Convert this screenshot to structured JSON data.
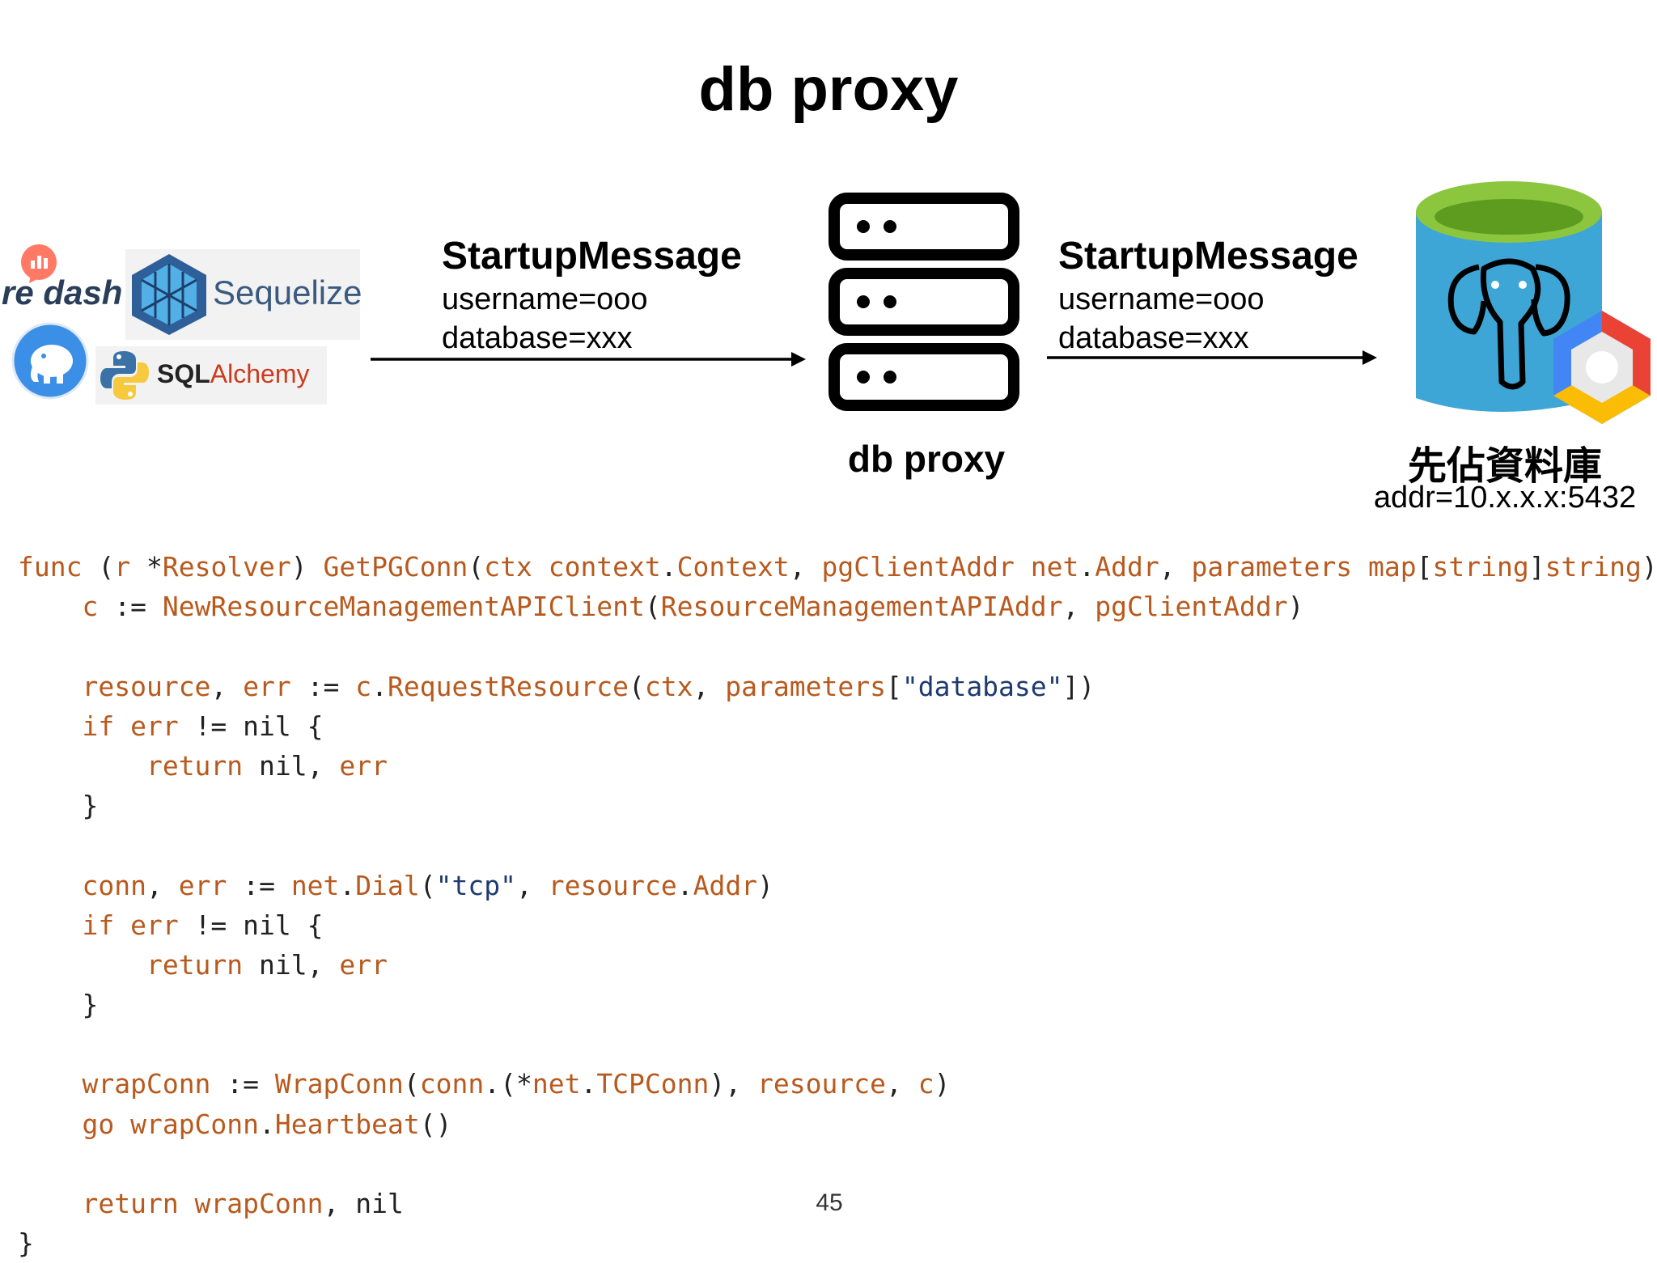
{
  "title": "db proxy",
  "left_logos": {
    "redash": {
      "text": "re dash"
    },
    "sequelize": {
      "text": "Sequelize"
    },
    "sqlalchemy": {
      "sql": "SQL",
      "alchemy": "Alchemy"
    }
  },
  "message_left": {
    "heading": "StartupMessage",
    "line1": "username=ooo",
    "line2": "database=xxx"
  },
  "message_right": {
    "heading": "StartupMessage",
    "line1": "username=ooo",
    "line2": "database=xxx"
  },
  "proxy": {
    "label": "db proxy"
  },
  "database": {
    "label": "先佔資料庫",
    "addr": "addr=10.x.x.x:5432"
  },
  "colors": {
    "code_keyword": "#b85a1e",
    "code_string": "#1e3a6e",
    "db_blue": "#3ea6d6",
    "db_top": "#8cc63f"
  },
  "code": [
    [
      [
        "k",
        "func "
      ],
      [
        "p",
        "("
      ],
      [
        "k",
        "r "
      ],
      [
        "p",
        "*"
      ],
      [
        "k",
        "Resolver"
      ],
      [
        "p",
        ") "
      ],
      [
        "k",
        "GetPGConn"
      ],
      [
        "p",
        "("
      ],
      [
        "k",
        "ctx context"
      ],
      [
        "p",
        "."
      ],
      [
        "k",
        "Context"
      ],
      [
        "p",
        ", "
      ],
      [
        "k",
        "pgClientAddr net"
      ],
      [
        "p",
        "."
      ],
      [
        "k",
        "Addr"
      ],
      [
        "p",
        ", "
      ],
      [
        "k",
        "parameters map"
      ],
      [
        "p",
        "["
      ],
      [
        "k",
        "string"
      ],
      [
        "p",
        "]"
      ],
      [
        "k",
        "string"
      ],
      [
        "p",
        ")"
      ]
    ],
    [
      [
        "p",
        "    "
      ],
      [
        "k",
        "c "
      ],
      [
        "p",
        ":= "
      ],
      [
        "k",
        "NewResourceManagementAPIClient"
      ],
      [
        "p",
        "("
      ],
      [
        "k",
        "ResourceManagementAPIAddr"
      ],
      [
        "p",
        ", "
      ],
      [
        "k",
        "pgClientAddr"
      ],
      [
        "p",
        ")"
      ]
    ],
    [],
    [
      [
        "p",
        "    "
      ],
      [
        "k",
        "resource"
      ],
      [
        "p",
        ", "
      ],
      [
        "k",
        "err "
      ],
      [
        "p",
        ":= "
      ],
      [
        "k",
        "c"
      ],
      [
        "p",
        "."
      ],
      [
        "k",
        "RequestResource"
      ],
      [
        "p",
        "("
      ],
      [
        "k",
        "ctx"
      ],
      [
        "p",
        ", "
      ],
      [
        "k",
        "parameters"
      ],
      [
        "p",
        "["
      ],
      [
        "s",
        "\"database\""
      ],
      [
        "p",
        "])"
      ]
    ],
    [
      [
        "p",
        "    "
      ],
      [
        "k",
        "if err "
      ],
      [
        "p",
        "!= nil {"
      ]
    ],
    [
      [
        "p",
        "        "
      ],
      [
        "k",
        "return "
      ],
      [
        "p",
        "nil, "
      ],
      [
        "k",
        "err"
      ]
    ],
    [
      [
        "p",
        "    }"
      ]
    ],
    [],
    [
      [
        "p",
        "    "
      ],
      [
        "k",
        "conn"
      ],
      [
        "p",
        ", "
      ],
      [
        "k",
        "err "
      ],
      [
        "p",
        ":= "
      ],
      [
        "k",
        "net"
      ],
      [
        "p",
        "."
      ],
      [
        "k",
        "Dial"
      ],
      [
        "p",
        "("
      ],
      [
        "s",
        "\"tcp\""
      ],
      [
        "p",
        ", "
      ],
      [
        "k",
        "resource"
      ],
      [
        "p",
        "."
      ],
      [
        "k",
        "Addr"
      ],
      [
        "p",
        ")"
      ]
    ],
    [
      [
        "p",
        "    "
      ],
      [
        "k",
        "if err "
      ],
      [
        "p",
        "!= nil {"
      ]
    ],
    [
      [
        "p",
        "        "
      ],
      [
        "k",
        "return "
      ],
      [
        "p",
        "nil, "
      ],
      [
        "k",
        "err"
      ]
    ],
    [
      [
        "p",
        "    }"
      ]
    ],
    [],
    [
      [
        "p",
        "    "
      ],
      [
        "k",
        "wrapConn "
      ],
      [
        "p",
        ":= "
      ],
      [
        "k",
        "WrapConn"
      ],
      [
        "p",
        "("
      ],
      [
        "k",
        "conn"
      ],
      [
        "p",
        ".(*"
      ],
      [
        "k",
        "net"
      ],
      [
        "p",
        "."
      ],
      [
        "k",
        "TCPConn"
      ],
      [
        "p",
        "), "
      ],
      [
        "k",
        "resource"
      ],
      [
        "p",
        ", "
      ],
      [
        "k",
        "c"
      ],
      [
        "p",
        ")"
      ]
    ],
    [
      [
        "p",
        "    "
      ],
      [
        "k",
        "go wrapConn"
      ],
      [
        "p",
        "."
      ],
      [
        "k",
        "Heartbeat"
      ],
      [
        "p",
        "()"
      ]
    ],
    [],
    [
      [
        "p",
        "    "
      ],
      [
        "k",
        "return wrapConn"
      ],
      [
        "p",
        ", nil"
      ]
    ],
    [
      [
        "p",
        "}"
      ]
    ]
  ],
  "page_number": "45"
}
